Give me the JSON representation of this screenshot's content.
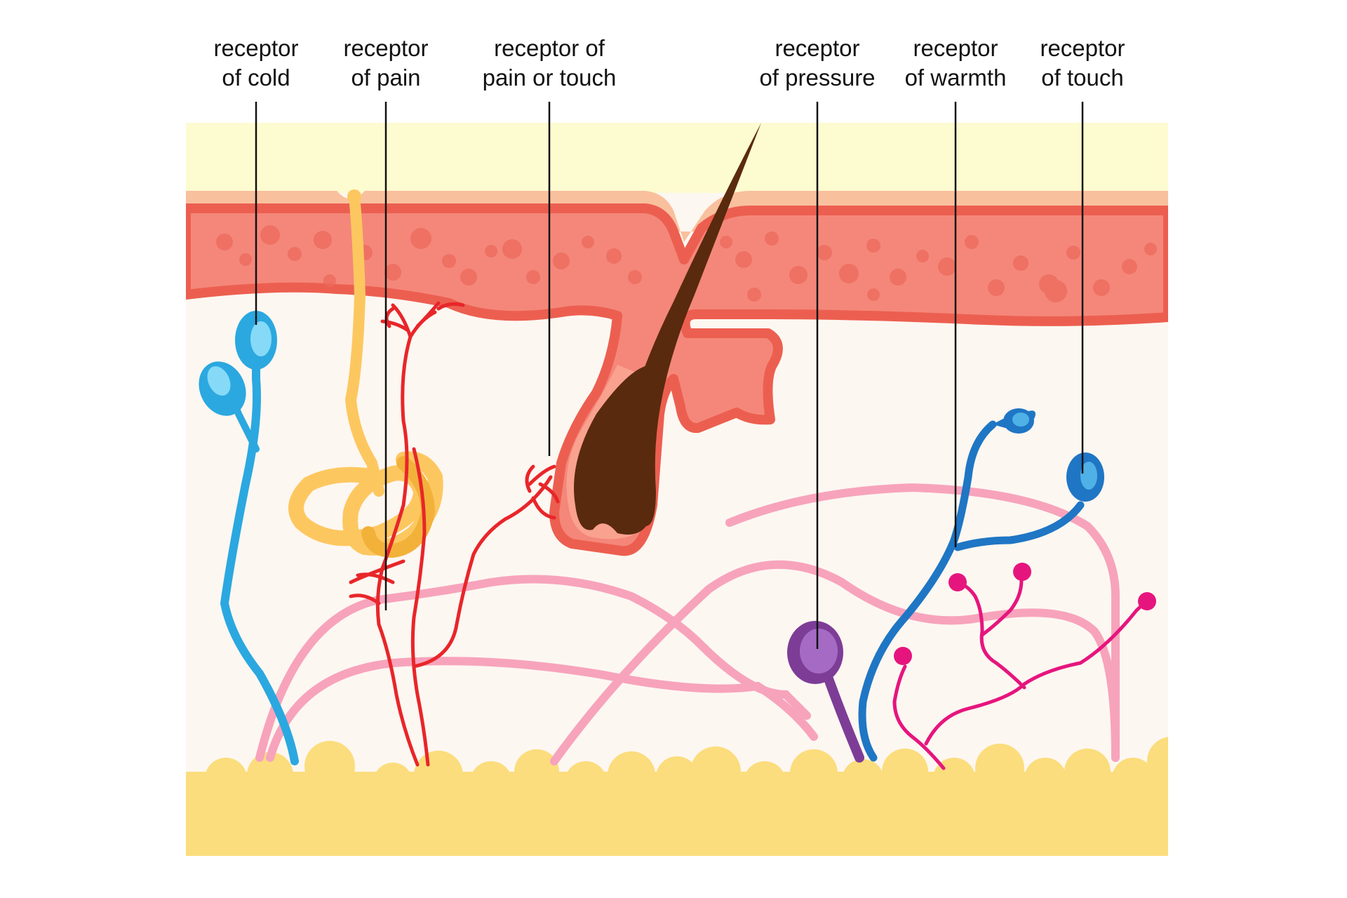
{
  "labels": [
    {
      "id": "cold",
      "line1": "receptor",
      "line2": "of cold"
    },
    {
      "id": "pain",
      "line1": "receptor",
      "line2": "of pain"
    },
    {
      "id": "pain-touch",
      "line1": "receptor of",
      "line2": "pain or touch"
    },
    {
      "id": "pressure",
      "line1": "receptor",
      "line2": "of pressure"
    },
    {
      "id": "warmth",
      "line1": "receptor",
      "line2": "of warmth"
    },
    {
      "id": "touch",
      "line1": "receptor",
      "line2": "of touch"
    }
  ],
  "colors": {
    "surface": "#FDFBD0",
    "epidermis_top": "#F9C09E",
    "epidermis": "#F4877A",
    "epidermis_edge": "#EC5F50",
    "dermis": "#FDF7F1",
    "fat": "#FBDD7D",
    "hair": "#5A2A0E",
    "cold_receptor": "#2BA8E0",
    "pain_receptor": "#FDC760",
    "capillaries": "#E8262A",
    "nerve_fibers": "#F7A3BC",
    "pressure_receptor": "#7D3D97",
    "warmth_receptor": "#E6157E",
    "touch_receptor": "#1F76C4"
  }
}
